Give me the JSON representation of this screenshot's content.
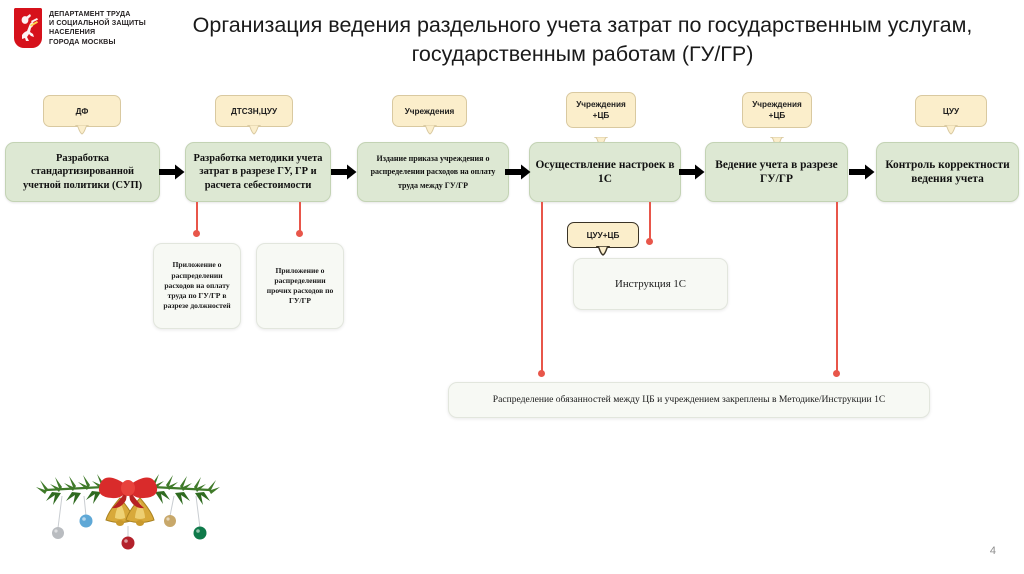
{
  "header": {
    "logo_lines": [
      "Департамент труда",
      "и социальной защиты",
      "населения",
      "города Москвы"
    ],
    "logo_icon": "moscow-coat-of-arms-icon",
    "title": "Организация ведения раздельного учета затрат по государственным услугам, государственным работам (ГУ/ГР)"
  },
  "actors": [
    {
      "label": "ДФ"
    },
    {
      "label": "ДТСЗН,ЦУУ"
    },
    {
      "label": "Учреждения"
    },
    {
      "label": "Учреждения\n+ЦБ"
    },
    {
      "label": "Учреждения\n+ЦБ"
    },
    {
      "label": "ЦУУ"
    }
  ],
  "process_steps": [
    {
      "label": "Разработка стандартизированной учетной политики (СУП)"
    },
    {
      "label": "Разработка методики учета затрат в разрезе ГУ, ГР и расчета себестоимости"
    },
    {
      "label": "Издание приказа учреждения о распределении расходов на оплату труда между ГУ/ГР"
    },
    {
      "label": "Осуществление настроек в 1С"
    },
    {
      "label": "Ведение учета в разрезе ГУ/ГР"
    },
    {
      "label": "Контроль корректности ведения учета"
    }
  ],
  "attachments": [
    {
      "label": "Приложение о распределении расходов на оплату труда по ГУ/ГР в разрезе должностей"
    },
    {
      "label": "Приложение о распределении прочих расходов по ГУ/ГР"
    }
  ],
  "instruction": {
    "actor_label": "ЦУУ+ЦБ",
    "label": "Инструкция 1С"
  },
  "footer_note": {
    "label": "Распределение  обязанностей между ЦБ и учреждением закреплены в Методике/Инструкции 1С"
  },
  "decoration": {
    "name": "christmas-garland-image",
    "bow_color": "#d92b2b",
    "bell_color": "#d8a93a",
    "foliage_color": "#3f7a29",
    "ornaments": [
      "#b9bcc0",
      "#5fa8d6",
      "#b3212b",
      "#c8a86a",
      "#0f7a4a"
    ]
  },
  "page_number": "4",
  "colors": {
    "accent_red": "#e8564a",
    "process_fill": "#dde8d3",
    "callout_fill": "#fbeecb",
    "note_fill": "#f7f9f4",
    "logo_red": "#d6111b"
  }
}
